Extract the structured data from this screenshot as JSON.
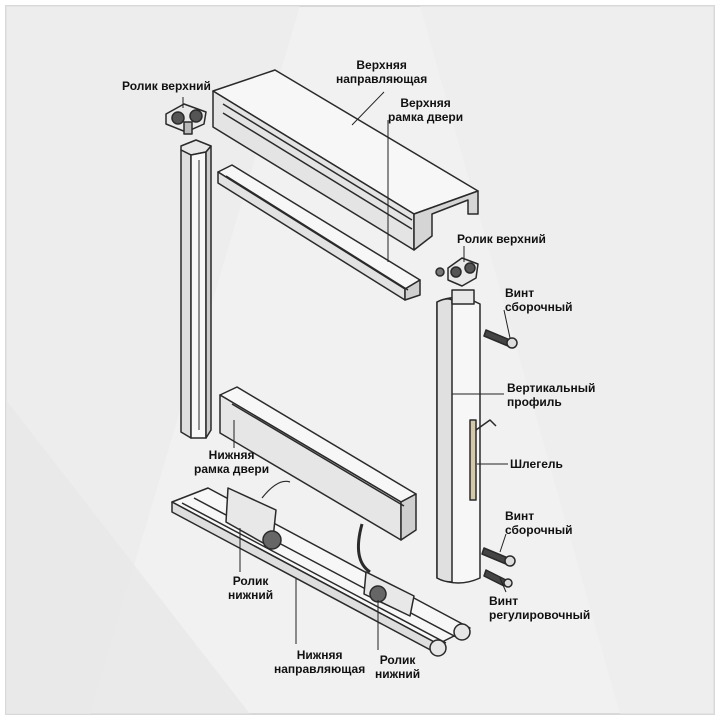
{
  "labels": {
    "top_roller_left": "Ролик верхний",
    "top_guide_1": "Верхняя",
    "top_guide_2": "направляющая",
    "top_frame_1": "Верхняя",
    "top_frame_2": "рамка двери",
    "top_roller_right": "Ролик верхний",
    "screw_top_1": "Винт",
    "screw_top_2": "сборочный",
    "vertical_profile_1": "Вертикальный",
    "vertical_profile_2": "профиль",
    "schlegel": "Шлегель",
    "bottom_frame_1": "Нижняя",
    "bottom_frame_2": "рамка двери",
    "screw_bottom_1": "Винт",
    "screw_bottom_2": "сборочный",
    "screw_adjust_1": "Винт",
    "screw_adjust_2": "регулировочный",
    "bottom_roller_left_1": "Ролик",
    "bottom_roller_left_2": "нижний",
    "bottom_guide_1": "Нижняя",
    "bottom_guide_2": "направляющая",
    "bottom_roller_right_1": "Ролик",
    "bottom_roller_right_2": "нижний"
  },
  "colors": {
    "background": "#f3f3f3",
    "frame_border": "#dcdcdc",
    "profile_fill": "#f7f7f7",
    "profile_shade": "#d9d9d9",
    "outline": "#2a2a2a",
    "leader": "#222222"
  }
}
